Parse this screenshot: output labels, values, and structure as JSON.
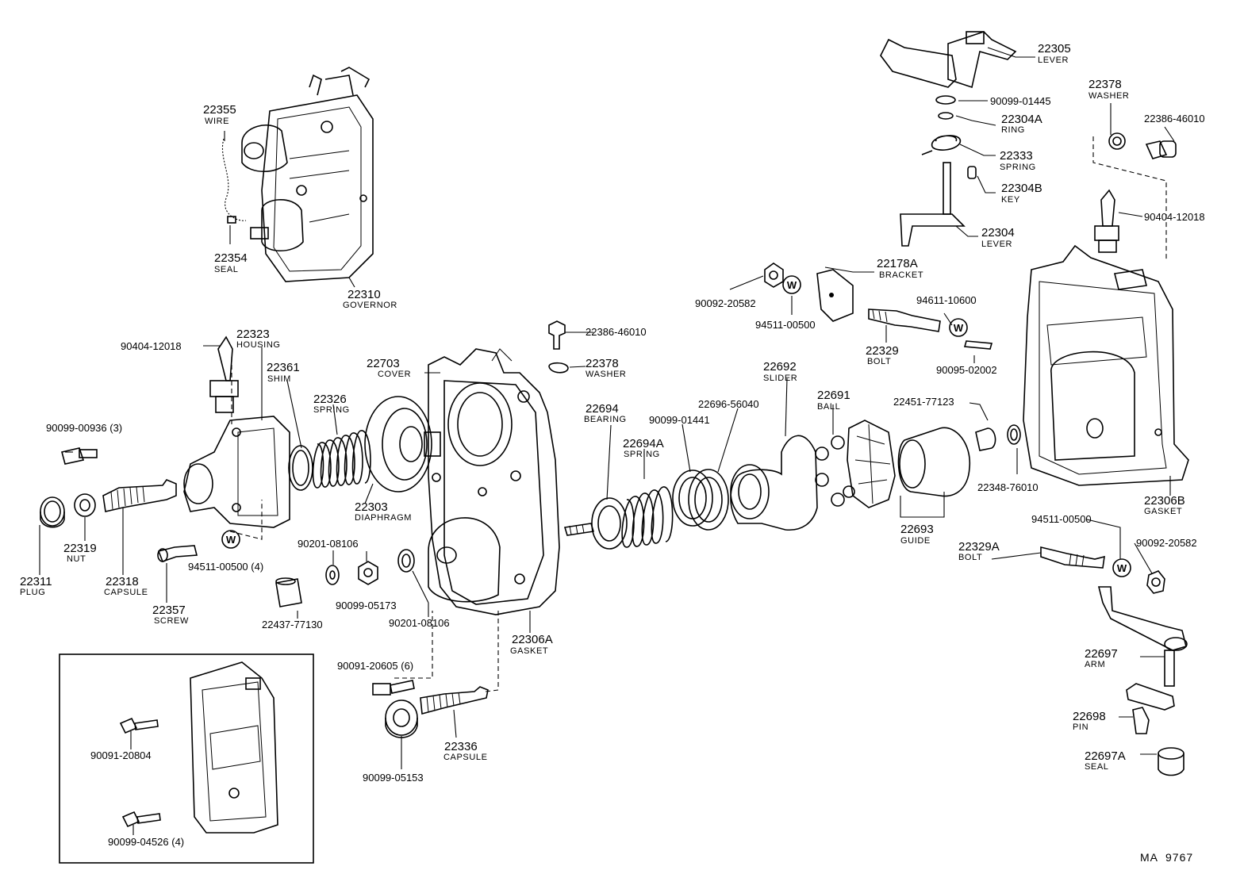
{
  "diagram_code": "MA  9767",
  "parts": {
    "p22305": {
      "num": "22305",
      "name": "LEVER"
    },
    "p9009901445": {
      "num": "90099-01445"
    },
    "p22304A": {
      "num": "22304A",
      "name": "RING"
    },
    "p22333": {
      "num": "22333",
      "name": "SPRING"
    },
    "p22304B": {
      "num": "22304B",
      "name": "KEY"
    },
    "p22304": {
      "num": "22304",
      "name": "LEVER"
    },
    "p22378a": {
      "num": "22378",
      "name": "WASHER"
    },
    "p2238646010a": {
      "num": "22386-46010"
    },
    "p9040412018a": {
      "num": "90404-12018"
    },
    "p22355": {
      "num": "22355",
      "name": "WIRE"
    },
    "p22354": {
      "num": "22354",
      "name": "SEAL"
    },
    "p22310": {
      "num": "22310",
      "name": "GOVERNOR"
    },
    "p22178A": {
      "num": "22178A",
      "name": "BRACKET"
    },
    "p9009220582a": {
      "num": "90092-20582"
    },
    "p9451100500a": {
      "num": "94511-00500"
    },
    "p9461110600": {
      "num": "94611-10600"
    },
    "p22329": {
      "num": "22329",
      "name": "BOLT"
    },
    "p9009502002": {
      "num": "90095-02002"
    },
    "p22323": {
      "num": "22323",
      "name": "HOUSING"
    },
    "p9040412018b": {
      "num": "90404-12018"
    },
    "p2238646010b": {
      "num": "22386-46010"
    },
    "p22378b": {
      "num": "22378",
      "name": "WASHER"
    },
    "p22703": {
      "num": "22703",
      "name": "COVER"
    },
    "p22361": {
      "num": "22361",
      "name": "SHIM"
    },
    "p22326": {
      "num": "22326",
      "name": "SPRING"
    },
    "p22692": {
      "num": "22692",
      "name": "SLIDER"
    },
    "p22691": {
      "num": "22691",
      "name": "BALL"
    },
    "p2245177123": {
      "num": "22451-77123"
    },
    "p22694": {
      "num": "22694",
      "name": "BEARING"
    },
    "p9009901441": {
      "num": "90099-01441"
    },
    "p2269656040": {
      "num": "22696-56040"
    },
    "p22694A": {
      "num": "22694A",
      "name": "SPRING"
    },
    "p9009900936": {
      "num": "90099-00936 (3)"
    },
    "p2234876010": {
      "num": "22348-76010"
    },
    "p22306B": {
      "num": "22306B",
      "name": "GASKET"
    },
    "p22303": {
      "num": "22303",
      "name": "DIAPHRAGM"
    },
    "p22693": {
      "num": "22693",
      "name": "GUIDE"
    },
    "p9451100500b": {
      "num": "94511-00500"
    },
    "p9009220582b": {
      "num": "90092-20582"
    },
    "p22329A": {
      "num": "22329A",
      "name": "BOLT"
    },
    "p22319": {
      "num": "22319",
      "name": "NUT"
    },
    "p22311": {
      "num": "22311",
      "name": "PLUG"
    },
    "p22318": {
      "num": "22318",
      "name": "CAPSULE"
    },
    "p9451100500c": {
      "num": "94511-00500 (4)"
    },
    "p9020108106a": {
      "num": "90201-08106"
    },
    "p9009905173": {
      "num": "90099-05173"
    },
    "p22357": {
      "num": "22357",
      "name": "SCREW"
    },
    "p2243777130": {
      "num": "22437-77130"
    },
    "p9020108106b": {
      "num": "90201-08106"
    },
    "p22306A": {
      "num": "22306A",
      "name": "GASKET"
    },
    "p22697": {
      "num": "22697",
      "name": "ARM"
    },
    "p9009120605": {
      "num": "90091-20605 (6)"
    },
    "p22698": {
      "num": "22698",
      "name": "PIN"
    },
    "p22336": {
      "num": "22336",
      "name": "CAPSULE"
    },
    "p9009905153": {
      "num": "90099-05153"
    },
    "p22697A": {
      "num": "22697A",
      "name": "SEAL"
    },
    "p9009120804": {
      "num": "90091-20804"
    },
    "p9009904526": {
      "num": "90099-04526 (4)"
    }
  },
  "washer_symbol": "W"
}
